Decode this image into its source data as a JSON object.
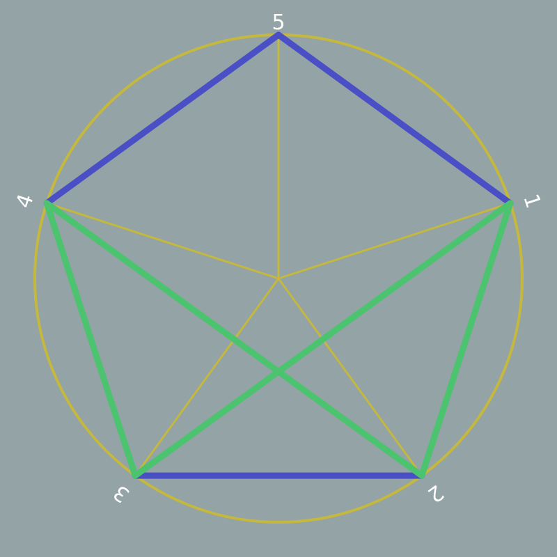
{
  "diagram": {
    "background": "#93a3a6",
    "circle_color": "#c5b83f",
    "spoke_color": "#c5b83f",
    "colors": {
      "blue": "#4a4fc6",
      "green": "#4cc36e"
    },
    "vertices": [
      {
        "id": "5",
        "label": "5"
      },
      {
        "id": "1",
        "label": "1"
      },
      {
        "id": "2",
        "label": "2"
      },
      {
        "id": "3",
        "label": "3"
      },
      {
        "id": "4",
        "label": "4"
      }
    ],
    "edges": [
      {
        "from": "4",
        "to": "5",
        "color": "blue"
      },
      {
        "from": "5",
        "to": "1",
        "color": "blue"
      },
      {
        "from": "3",
        "to": "2",
        "color": "blue"
      },
      {
        "from": "4",
        "to": "3",
        "color": "green"
      },
      {
        "from": "4",
        "to": "2",
        "color": "green"
      },
      {
        "from": "1",
        "to": "3",
        "color": "green"
      },
      {
        "from": "1",
        "to": "2",
        "color": "green"
      }
    ]
  }
}
